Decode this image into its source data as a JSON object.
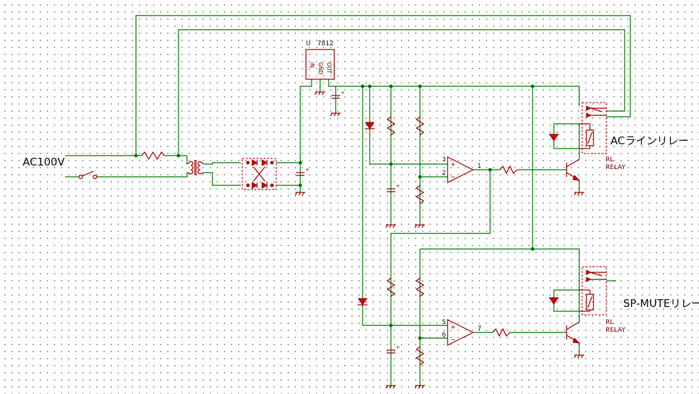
{
  "labels": {
    "ac_input": "AC100V",
    "ac_line_relay": "ACラインリレー",
    "sp_mute_relay": "SP-MUTEリレー"
  },
  "regulator": {
    "ref": "U",
    "part": "7812",
    "pin_in": "IN",
    "pin_gnd": "GND",
    "pin_out": "OUT"
  },
  "relays": [
    {
      "ref": "RL",
      "value": "RELAY"
    },
    {
      "ref": "RL",
      "value": "RELAY"
    }
  ],
  "opamp_pins": {
    "u1_in_plus": "3",
    "u1_in_minus": "2",
    "u1_out": "1",
    "u2_in_plus": "5",
    "u2_in_minus": "6",
    "u2_out": "7"
  },
  "colors": {
    "wire": "#007a00",
    "component": "#a00000",
    "background_dots": "#9a9a9a"
  }
}
